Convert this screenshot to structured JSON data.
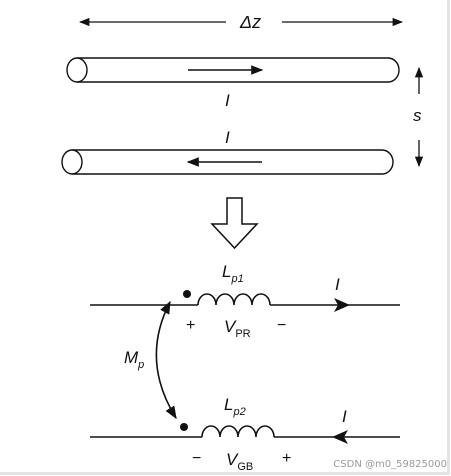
{
  "labels": {
    "delta_z": "Δz",
    "spacing": "s",
    "current_top": "I",
    "current_bottom": "I",
    "lp1_main": "L",
    "lp1_sub": "p1",
    "lp2_main": "L",
    "lp2_sub": "p2",
    "vpr_main": "V",
    "vpr_sub": "PR",
    "vgb_main": "V",
    "vgb_sub": "GB",
    "mp_main": "M",
    "mp_sub": "p",
    "plus_top": "+",
    "minus_top": "−",
    "minus_bottom": "−",
    "plus_bottom": "+",
    "current_line1": "I",
    "current_line2": "I"
  },
  "watermark": "CSDN @m0_59825000"
}
